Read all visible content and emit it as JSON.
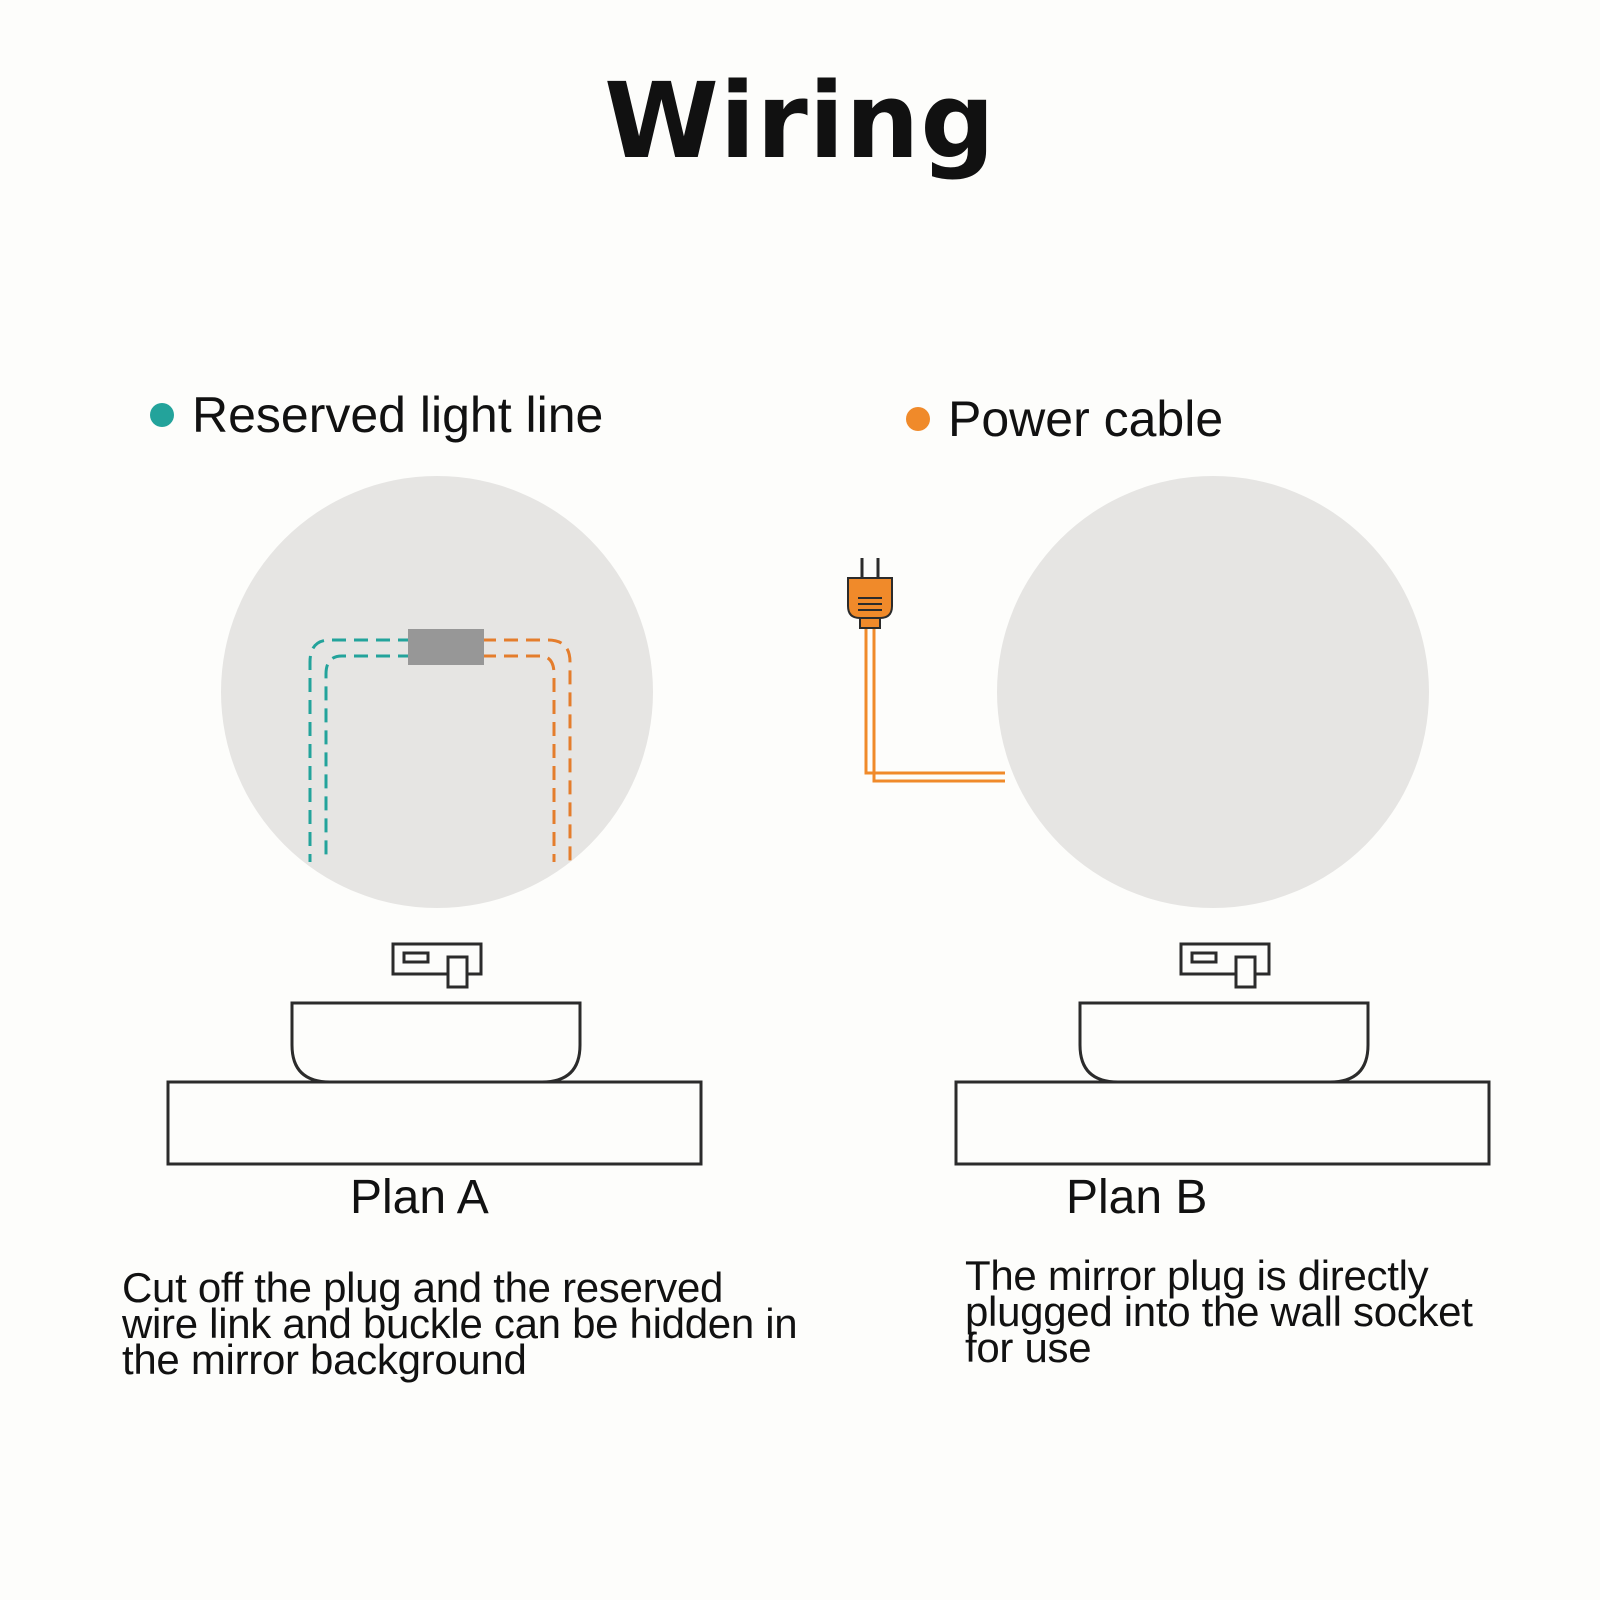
{
  "title": "Wiring",
  "legend": {
    "reserved": {
      "label": "Reserved light line",
      "color": "#23a39b"
    },
    "power": {
      "label": "Power cable",
      "color": "#f08a2a"
    }
  },
  "plan_a": {
    "label": "Plan A",
    "description": "Cut off the plug and the reserved wire link and buckle can be hidden in the mirror background"
  },
  "plan_b": {
    "label": "Plan B",
    "description": "The mirror plug is directly plugged into the wall socket for use"
  },
  "colors": {
    "mirror": "#e6e5e3",
    "connector": "#979797",
    "outline": "#2b2b2b"
  }
}
